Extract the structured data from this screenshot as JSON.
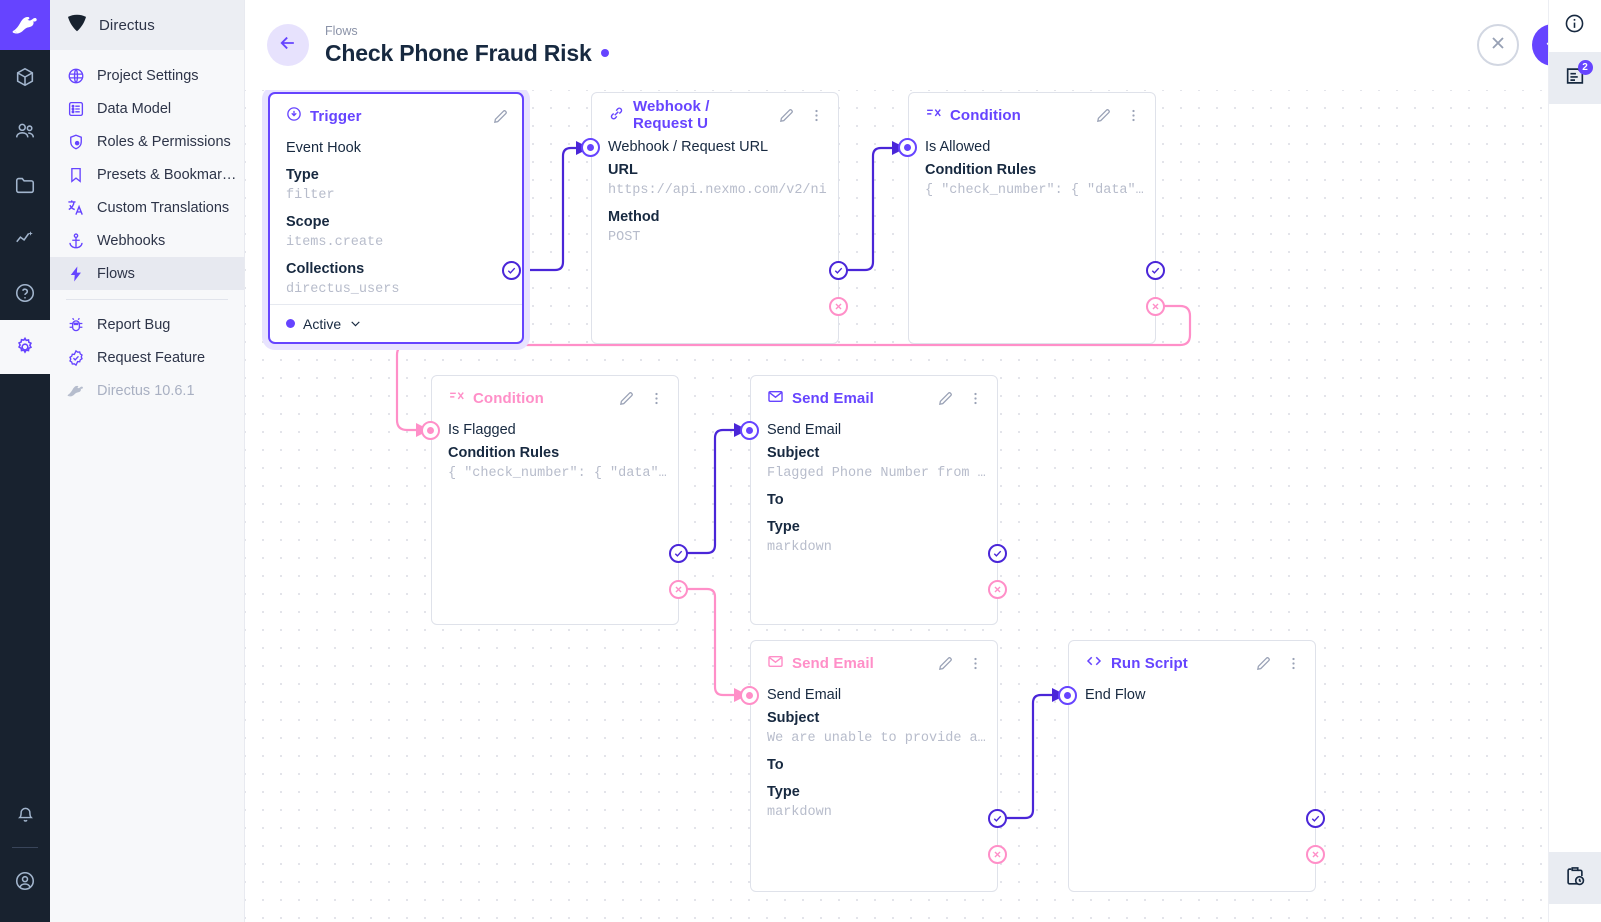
{
  "rail": {
    "logo_icon": "directus-rabbit-logo",
    "items": [
      {
        "icon": "box-icon",
        "name": "content",
        "active": false
      },
      {
        "icon": "users-icon",
        "name": "user-directory",
        "active": false
      },
      {
        "icon": "folder-icon",
        "name": "file-library",
        "active": false
      },
      {
        "icon": "insights-icon",
        "name": "insights",
        "active": false
      },
      {
        "icon": "help-icon",
        "name": "help",
        "active": false
      },
      {
        "icon": "gear-icon",
        "name": "settings",
        "active": true
      }
    ],
    "bottom": [
      {
        "icon": "bell-icon",
        "name": "notifications"
      },
      {
        "icon": "account-icon",
        "name": "user-account"
      }
    ]
  },
  "sidebar": {
    "brand": "Directus",
    "brand_icon": "directus-diamond-logo",
    "items": [
      {
        "label": "Project Settings",
        "icon": "globe-icon",
        "selected": false
      },
      {
        "label": "Data Model",
        "icon": "list-box-icon",
        "selected": false
      },
      {
        "label": "Roles & Permissions",
        "icon": "shield-icon",
        "selected": false
      },
      {
        "label": "Presets & Bookmar…",
        "icon": "bookmark-icon",
        "selected": false
      },
      {
        "label": "Custom Translations",
        "icon": "translate-icon",
        "selected": false
      },
      {
        "label": "Webhooks",
        "icon": "anchor-icon",
        "selected": false
      },
      {
        "label": "Flows",
        "icon": "bolt-icon",
        "selected": true
      }
    ],
    "footer_items": [
      {
        "label": "Report Bug",
        "icon": "bug-icon",
        "muted": false
      },
      {
        "label": "Request Feature",
        "icon": "check-badge-icon",
        "muted": false
      },
      {
        "label": "Directus 10.6.1",
        "icon": "rabbit-icon",
        "muted": true
      }
    ]
  },
  "header": {
    "breadcrumb": "Flows",
    "title": "Check Phone Fraud Risk",
    "status_dot_color": "#6644ff",
    "back_icon": "arrow-left-icon",
    "cancel_icon": "close-icon",
    "save_icon": "check-icon"
  },
  "right_rail": {
    "info_icon": "info-icon",
    "logs_icon": "logs-icon",
    "logs_badge": "2",
    "activity_icon": "clipboard-clock-icon"
  },
  "flow": {
    "nodes": [
      {
        "id": "trigger",
        "type_label": "Trigger",
        "type_icon": "trigger-arrow-icon",
        "accent": "#6644ff",
        "selected": true,
        "name": "Event Hook",
        "fields": [
          {
            "label": "Type",
            "value": "filter"
          },
          {
            "label": "Scope",
            "value": "items.create"
          },
          {
            "label": "Collections",
            "value": "directus_users"
          }
        ],
        "footer_label": "Active",
        "footer_chevron": "chevron-down-icon"
      },
      {
        "id": "webhook",
        "type_label": "Webhook / Request U",
        "type_icon": "link-icon",
        "accent": "#6644ff",
        "selected": false,
        "name": "Webhook / Request URL",
        "fields": [
          {
            "label": "URL",
            "value": "https://api.nexmo.com/v2/ni"
          },
          {
            "label": "Method",
            "value": "POST"
          }
        ]
      },
      {
        "id": "cond-allowed",
        "type_label": "Condition",
        "type_icon": "condition-icon",
        "accent": "#6644ff",
        "selected": false,
        "name": "Is Allowed",
        "fields": [
          {
            "label": "Condition Rules",
            "value": "{ \"check_number\": { \"data\"…"
          }
        ]
      },
      {
        "id": "cond-flagged",
        "type_label": "Condition",
        "type_icon": "condition-icon",
        "accent": "#ff8fc8",
        "selected": false,
        "name": "Is Flagged",
        "fields": [
          {
            "label": "Condition Rules",
            "value": "{ \"check_number\": { \"data\"…"
          }
        ]
      },
      {
        "id": "email-flagged",
        "type_label": "Send Email",
        "type_icon": "envelope-icon",
        "accent": "#6644ff",
        "selected": false,
        "name": "Send Email",
        "fields": [
          {
            "label": "Subject",
            "value": "Flagged Phone Number from …"
          },
          {
            "label": "To",
            "value": ""
          },
          {
            "label": "Type",
            "value": "markdown"
          }
        ]
      },
      {
        "id": "email-unable",
        "type_label": "Send Email",
        "type_icon": "envelope-icon",
        "accent": "#ff8fc8",
        "selected": false,
        "name": "Send Email",
        "fields": [
          {
            "label": "Subject",
            "value": "We are unable to provide a…"
          },
          {
            "label": "To",
            "value": ""
          },
          {
            "label": "Type",
            "value": "markdown"
          }
        ]
      },
      {
        "id": "run-script",
        "type_label": "Run Script",
        "type_icon": "code-brackets-icon",
        "accent": "#6644ff",
        "selected": false,
        "name": "End Flow",
        "fields": []
      }
    ]
  }
}
